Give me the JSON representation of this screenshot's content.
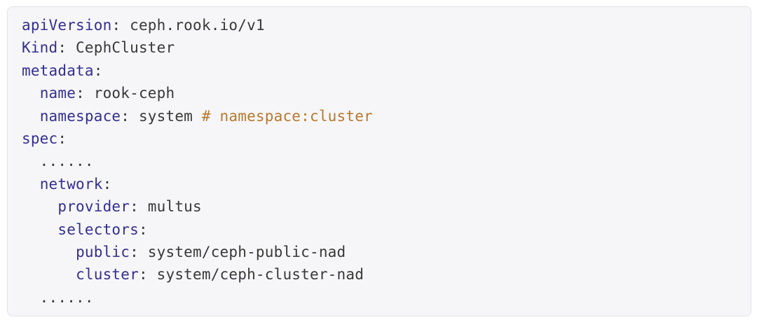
{
  "code_block": {
    "language": "yaml",
    "colors": {
      "background": "#f6f6f8",
      "border": "#e2e2e8",
      "key": "#332e91",
      "plain": "#383838",
      "comment": "#b8782c"
    },
    "lines": [
      {
        "segments": [
          {
            "t": "apiVersion",
            "c": "key"
          },
          {
            "t": ": ceph.rook.io/v1",
            "c": "plain"
          }
        ]
      },
      {
        "segments": [
          {
            "t": "Kind",
            "c": "key"
          },
          {
            "t": ": CephCluster",
            "c": "plain"
          }
        ]
      },
      {
        "segments": [
          {
            "t": "metadata",
            "c": "key"
          },
          {
            "t": ":",
            "c": "plain"
          }
        ]
      },
      {
        "segments": [
          {
            "t": "  ",
            "c": "plain"
          },
          {
            "t": "name",
            "c": "key"
          },
          {
            "t": ": rook-ceph",
            "c": "plain"
          }
        ]
      },
      {
        "segments": [
          {
            "t": "  ",
            "c": "plain"
          },
          {
            "t": "namespace",
            "c": "key"
          },
          {
            "t": ": system ",
            "c": "plain"
          },
          {
            "t": "# namespace:cluster",
            "c": "comment"
          }
        ]
      },
      {
        "segments": [
          {
            "t": "spec",
            "c": "key"
          },
          {
            "t": ":",
            "c": "plain"
          }
        ]
      },
      {
        "segments": [
          {
            "t": "  ......",
            "c": "plain"
          }
        ]
      },
      {
        "segments": [
          {
            "t": "  ",
            "c": "plain"
          },
          {
            "t": "network",
            "c": "key"
          },
          {
            "t": ":",
            "c": "plain"
          }
        ]
      },
      {
        "segments": [
          {
            "t": "    ",
            "c": "plain"
          },
          {
            "t": "provider",
            "c": "key"
          },
          {
            "t": ": multus",
            "c": "plain"
          }
        ]
      },
      {
        "segments": [
          {
            "t": "    ",
            "c": "plain"
          },
          {
            "t": "selectors",
            "c": "key"
          },
          {
            "t": ":",
            "c": "plain"
          }
        ]
      },
      {
        "segments": [
          {
            "t": "      ",
            "c": "plain"
          },
          {
            "t": "public",
            "c": "key"
          },
          {
            "t": ": system/ceph-public-nad",
            "c": "plain"
          }
        ]
      },
      {
        "segments": [
          {
            "t": "      ",
            "c": "plain"
          },
          {
            "t": "cluster",
            "c": "key"
          },
          {
            "t": ": system/ceph-cluster-nad",
            "c": "plain"
          }
        ]
      },
      {
        "segments": [
          {
            "t": "  ......",
            "c": "plain"
          }
        ]
      }
    ]
  }
}
